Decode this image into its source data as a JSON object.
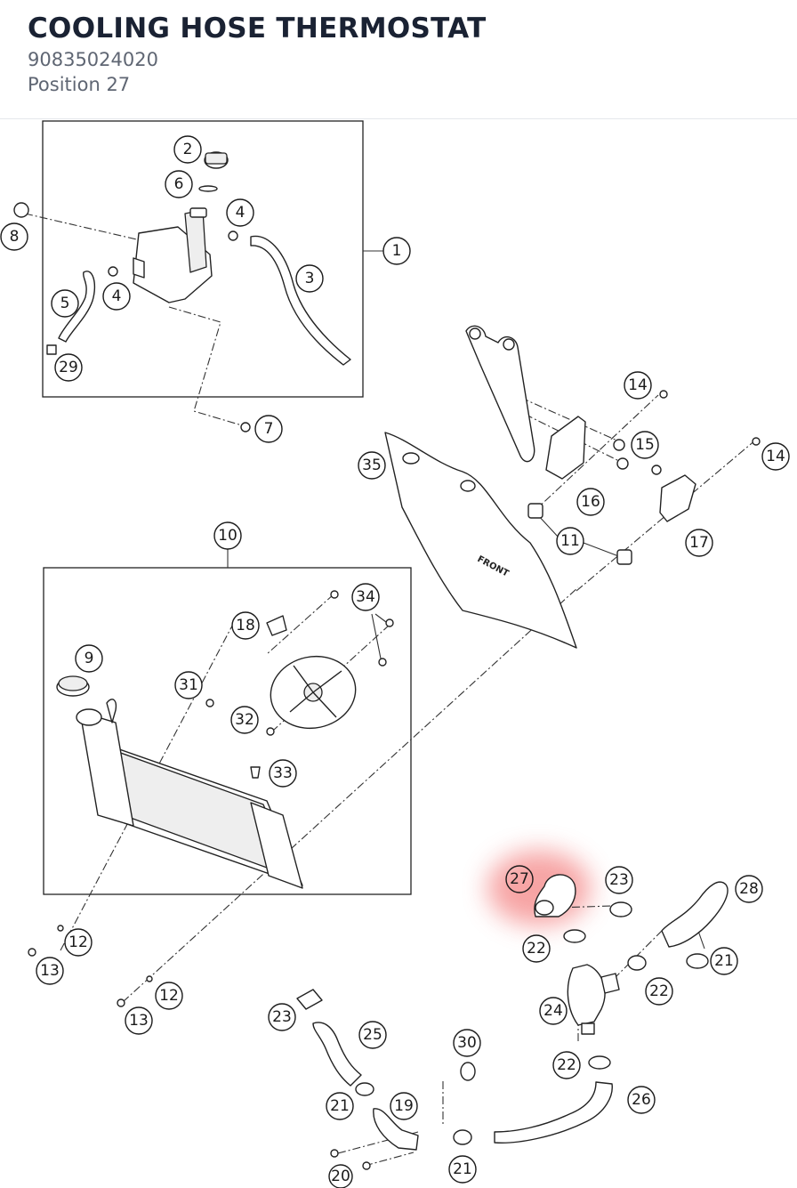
{
  "header": {
    "title": "COOLING HOSE THERMOSTAT",
    "part_number": "90835024020",
    "position_label": "Position 27"
  },
  "diagram": {
    "highlight_color": "#f05a5a",
    "highlighted_callout": "27",
    "panel_text": "FRONT",
    "callouts": [
      "1",
      "2",
      "3",
      "4",
      "4",
      "5",
      "6",
      "7",
      "8",
      "9",
      "10",
      "11",
      "12",
      "12",
      "13",
      "13",
      "14",
      "14",
      "15",
      "16",
      "17",
      "18",
      "19",
      "20",
      "21",
      "21",
      "21",
      "22",
      "22",
      "22",
      "23",
      "23",
      "24",
      "25",
      "26",
      "27",
      "28",
      "29",
      "30",
      "31",
      "32",
      "33",
      "34",
      "35"
    ]
  }
}
